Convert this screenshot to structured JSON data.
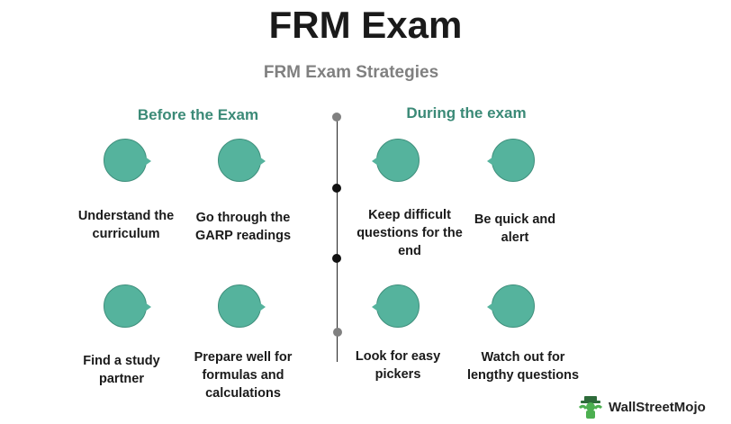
{
  "title": "FRM Exam",
  "subtitle": "FRM Exam Strategies",
  "before": {
    "heading": "Before the Exam",
    "items": [
      {
        "line1": "Understand the",
        "line2": "curriculum",
        "line3": ""
      },
      {
        "line1": "Go through the",
        "line2": "GARP readings",
        "line3": ""
      },
      {
        "line1": "Find a study",
        "line2": "partner",
        "line3": ""
      },
      {
        "line1": "Prepare well for",
        "line2": "formulas and",
        "line3": "calculations"
      }
    ]
  },
  "during": {
    "heading": "During the exam",
    "items": [
      {
        "line1": "Keep difficult",
        "line2": "questions for the",
        "line3": "end"
      },
      {
        "line1": "Be quick and",
        "line2": "alert",
        "line3": ""
      },
      {
        "line1": "Look for easy",
        "line2": "pickers",
        "line3": ""
      },
      {
        "line1": "Watch out for",
        "line2": "lengthy questions",
        "line3": ""
      }
    ]
  },
  "logo": {
    "text": "WallStreetMojo",
    "icon": "mascot-icon"
  },
  "colors": {
    "accent": "#55b39d",
    "heading": "#3b8a77",
    "subtitle": "#808080"
  }
}
